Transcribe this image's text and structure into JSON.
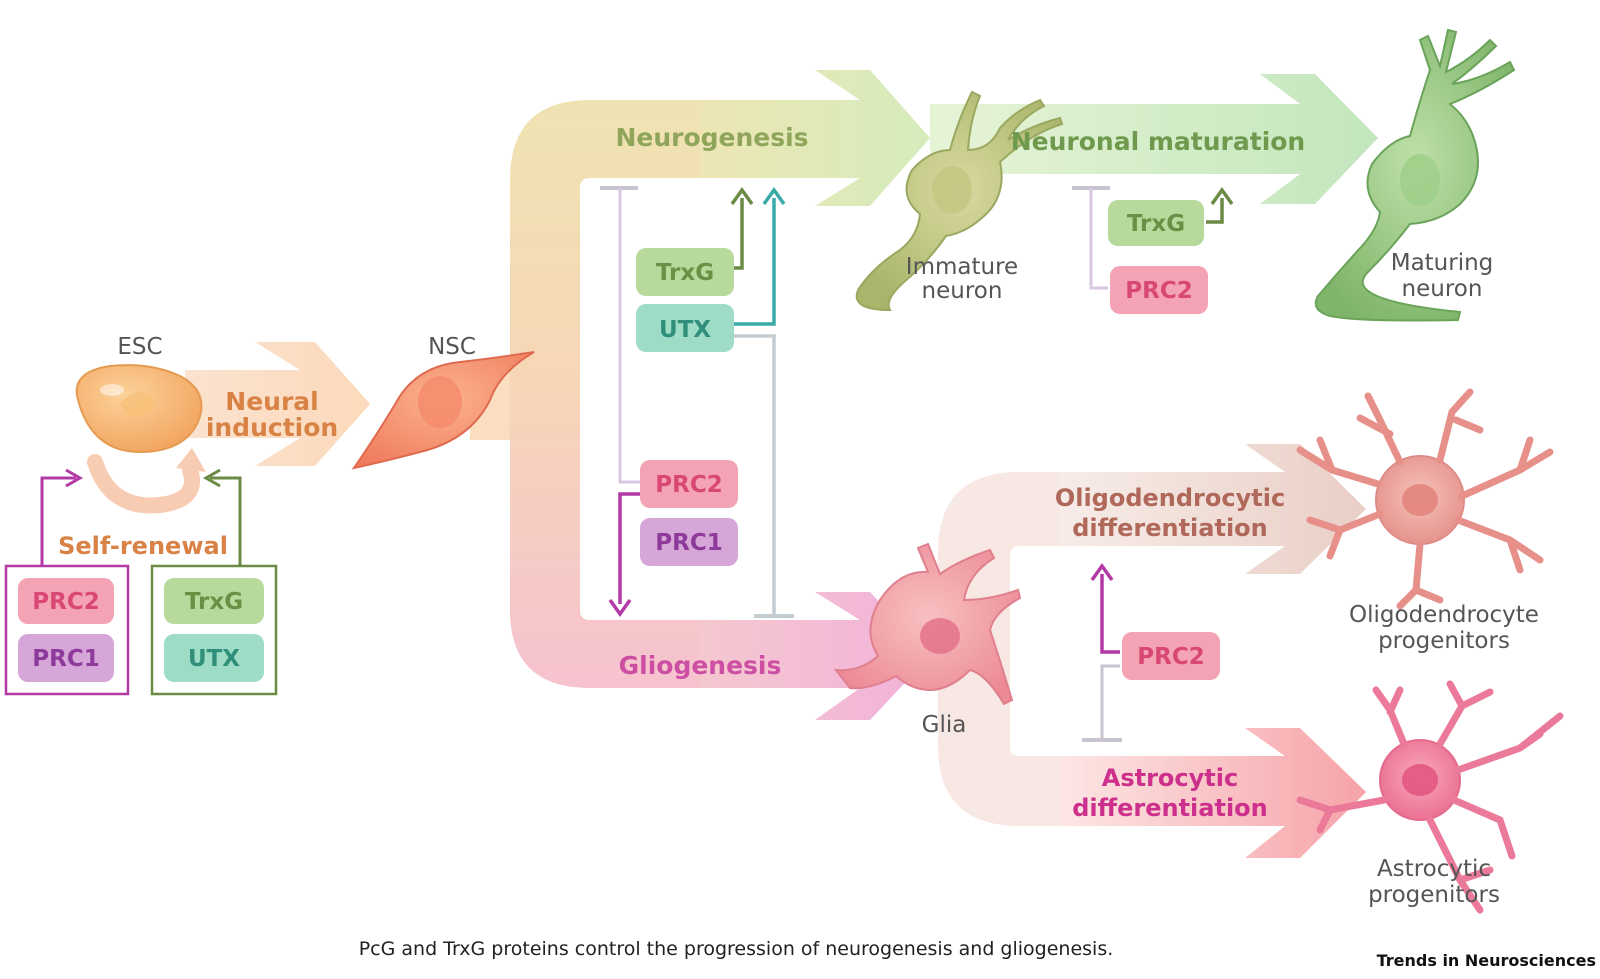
{
  "cells": {
    "esc": "ESC",
    "nsc": "NSC",
    "immature_neuron_line1": "Immature",
    "immature_neuron_line2": "neuron",
    "maturing_neuron_line1": "Maturing",
    "maturing_neuron_line2": "neuron",
    "glia": "Glia",
    "oligo_line1": "Oligodendrocyte",
    "oligo_line2": "progenitors",
    "astro_line1": "Astrocytic",
    "astro_line2": "progenitors"
  },
  "processes": {
    "neural_induction_line1": "Neural",
    "neural_induction_line2": "induction",
    "self_renewal": "Self-renewal",
    "neurogenesis": "Neurogenesis",
    "neuronal_maturation": "Neuronal maturation",
    "gliogenesis": "Gliogenesis",
    "oligo_diff_line1": "Oligodendrocytic",
    "oligo_diff_line2": "differentiation",
    "astro_diff_line1": "Astrocytic",
    "astro_diff_line2": "differentiation"
  },
  "proteins": {
    "prc2": "PRC2",
    "prc1": "PRC1",
    "trxg": "TrxG",
    "utx": "UTX"
  },
  "caption": "PcG and TrxG proteins control the progression of neurogenesis and gliogenesis.",
  "journal": "Trends in Neurosciences",
  "colors": {
    "prc2_fill": "#f3a3b3",
    "prc2_text": "#d94775",
    "prc1_fill": "#d7a6d9",
    "prc1_text": "#8e3a9a",
    "trxg_fill": "#b7d99b",
    "trxg_text": "#6b8f44",
    "utx_fill": "#9fdcc6",
    "utx_text": "#2f8f7b",
    "neuro_arrow": "#d7ecb8",
    "glio_arrow": "#f3b6d6",
    "orange_text": "#d98245",
    "magenta_text": "#cc2f8c",
    "brown_text": "#b0685a"
  }
}
